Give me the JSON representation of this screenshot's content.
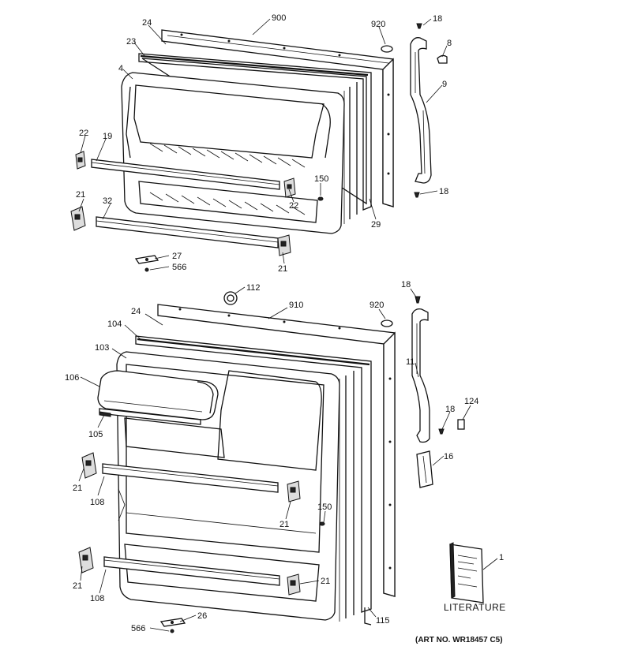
{
  "labels": {
    "top": [
      "900",
      "920",
      "18",
      "8",
      "9",
      "24",
      "23",
      "4",
      "22",
      "19",
      "150",
      "22",
      "29",
      "18",
      "21",
      "32",
      "21",
      "27",
      "566"
    ],
    "bottom": [
      "112",
      "910",
      "920",
      "18",
      "24",
      "104",
      "103",
      "106",
      "105",
      "11",
      "18",
      "124",
      "16",
      "21",
      "108",
      "150",
      "21",
      "21",
      "108",
      "21",
      "115",
      "566",
      "26",
      "1"
    ]
  },
  "literature_label": "LITERATURE",
  "art_number": "(ART NO. WR18457 C5)"
}
